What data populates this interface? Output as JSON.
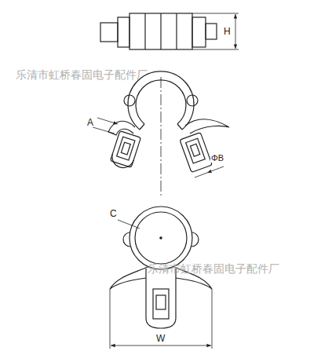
{
  "diagram": {
    "labels": [
      "H",
      "A",
      "ΦB",
      "C",
      "W",
      "乐清市虹桥春固电子配件厂",
      "乐清市虹桥春固电子配件厂"
    ]
  }
}
